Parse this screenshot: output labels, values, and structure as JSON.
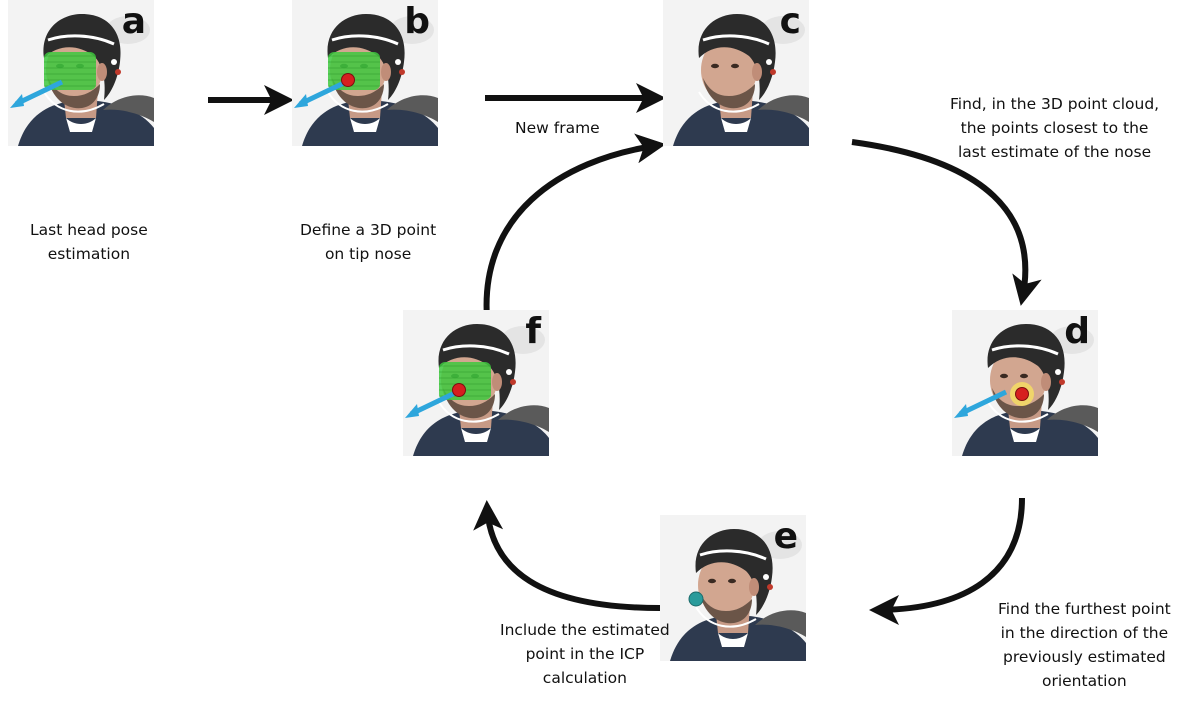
{
  "colors": {
    "mesh": "#3ec83e",
    "arrow": "#2ea6dc",
    "nose_point": "#d61f1f",
    "search_ring": "#f0d46a",
    "estimated_point": "#2a9b9b",
    "flow_arrow": "#111111"
  },
  "panels": [
    {
      "id": "a",
      "label": "a",
      "overlay": "mesh-arrow"
    },
    {
      "id": "b",
      "label": "b",
      "overlay": "mesh-arrow-point"
    },
    {
      "id": "c",
      "label": "c",
      "overlay": "none"
    },
    {
      "id": "d",
      "label": "d",
      "overlay": "arrow-ring-point"
    },
    {
      "id": "e",
      "label": "e",
      "overlay": "estimated-point"
    },
    {
      "id": "f",
      "label": "f",
      "overlay": "mesh-arrow-point"
    }
  ],
  "captions": {
    "a": [
      "Last head pose",
      "estimation"
    ],
    "b": [
      "Define a 3D point",
      "on tip nose"
    ],
    "new_frame": [
      "New frame"
    ],
    "c_to_d": [
      "Find, in the 3D point cloud,",
      "the points closest to the",
      "last estimate of the nose"
    ],
    "d_to_e": [
      "Find the furthest point",
      "in the direction of the",
      "previously  estimated",
      "orientation"
    ],
    "e_to_f": [
      "Include the estimated",
      "point in the ICP",
      "calculation"
    ]
  }
}
